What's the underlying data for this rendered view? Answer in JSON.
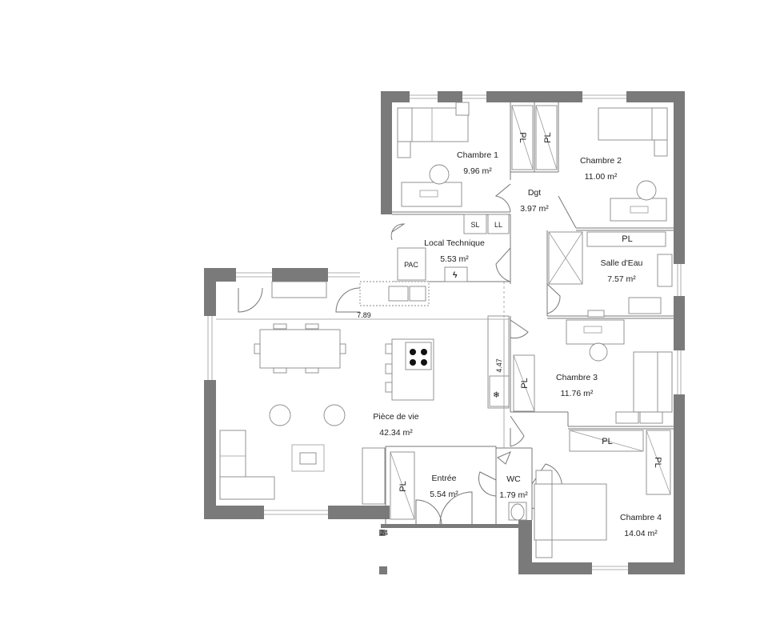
{
  "rooms": [
    {
      "id": "chambre1",
      "name": "Chambre 1",
      "area": "9.96 m²"
    },
    {
      "id": "chambre2",
      "name": "Chambre 2",
      "area": "11.00 m²"
    },
    {
      "id": "dgt",
      "name": "Dgt",
      "area": "3.97 m²"
    },
    {
      "id": "local",
      "name": "Local Technique",
      "area": "5.53 m²"
    },
    {
      "id": "salle",
      "name": "Salle d'Eau",
      "area": "7.57 m²"
    },
    {
      "id": "chambre3",
      "name": "Chambre 3",
      "area": "11.76 m²"
    },
    {
      "id": "piece",
      "name": "Pièce de vie",
      "area": "42.34 m²"
    },
    {
      "id": "entree",
      "name": "Entrée",
      "area": "5.54 m²"
    },
    {
      "id": "wc",
      "name": "WC",
      "area": "1.79 m²"
    },
    {
      "id": "chambre4",
      "name": "Chambre 4",
      "area": "14.04 m²"
    }
  ],
  "equipment": {
    "pac": "PAC",
    "sl": "SL",
    "ll": "LL",
    "pl": "PL"
  },
  "dimensions": {
    "living_width": "7.89",
    "kitchen_depth": "4.47",
    "wall_mark": "24"
  }
}
